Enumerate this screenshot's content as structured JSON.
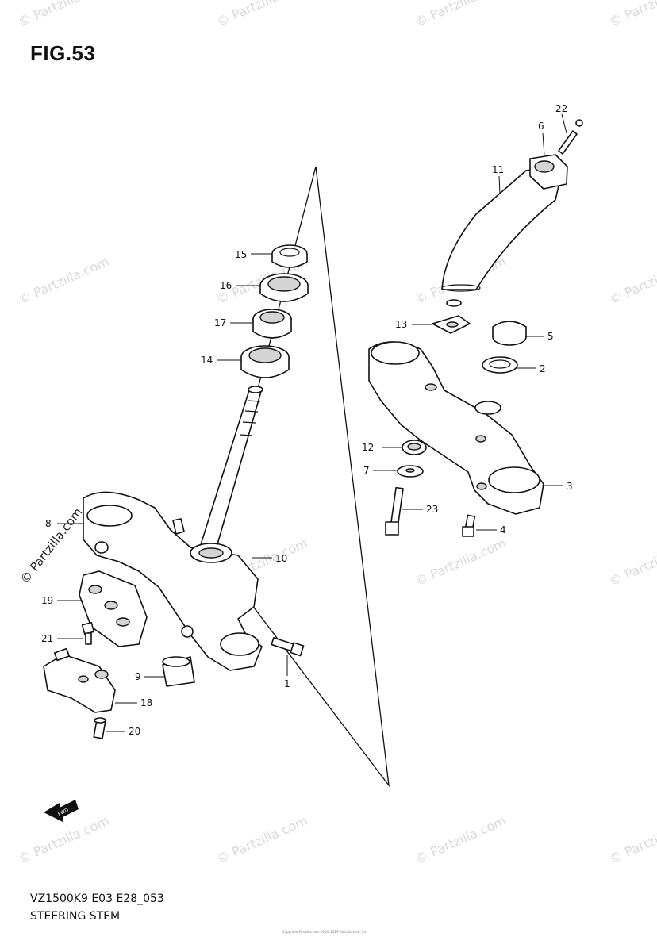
{
  "figure": {
    "title": "FIG.53"
  },
  "footer": {
    "code": "VZ1500K9 E03 E28_053",
    "name": "STEERING STEM"
  },
  "copyright": "Copyright Partzilla.com 2014, 2019 Partzilla.com, Inc.",
  "watermark": {
    "text": "© Partzilla.com"
  },
  "fwd_badge": "FWD",
  "callouts": [
    "1",
    "2",
    "3",
    "4",
    "5",
    "6",
    "7",
    "8",
    "9",
    "10",
    "11",
    "12",
    "13",
    "14",
    "15",
    "16",
    "17",
    "18",
    "19",
    "20",
    "21",
    "22",
    "23"
  ]
}
